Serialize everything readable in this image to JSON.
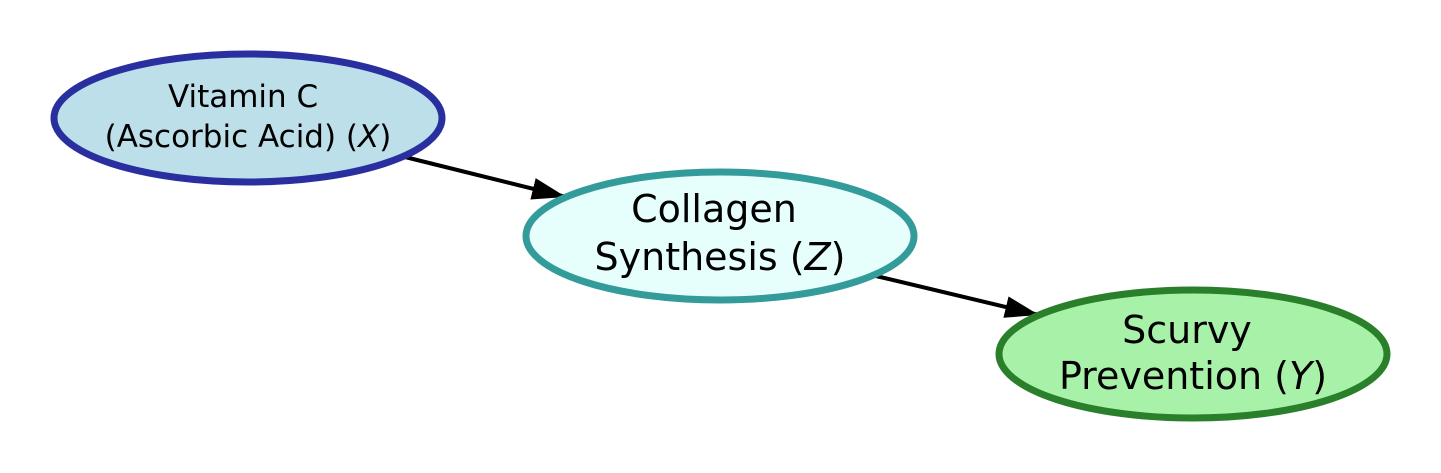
{
  "nodes": [
    {
      "id": "x",
      "line1": "Vitamin C",
      "line2_text": "(Ascorbic Acid) (",
      "line2_var": "X",
      "line2_close": ")",
      "fill": "#bddfea",
      "stroke": "#2a2fa0"
    },
    {
      "id": "z",
      "line1": "Collagen",
      "line2_text": "Synthesis (",
      "line2_var": "Z",
      "line2_close": ")",
      "fill": "#e6fffd",
      "stroke": "#349b9b"
    },
    {
      "id": "y",
      "line1": "Scurvy",
      "line2_text": "Prevention (",
      "line2_var": "Y",
      "line2_close": ")",
      "fill": "#a8f1a8",
      "stroke": "#2a7f2a"
    }
  ],
  "edges": [
    {
      "from": "x",
      "to": "z"
    },
    {
      "from": "z",
      "to": "y"
    }
  ],
  "colors": {
    "edge": "#000000",
    "background": "#ffffff"
  }
}
